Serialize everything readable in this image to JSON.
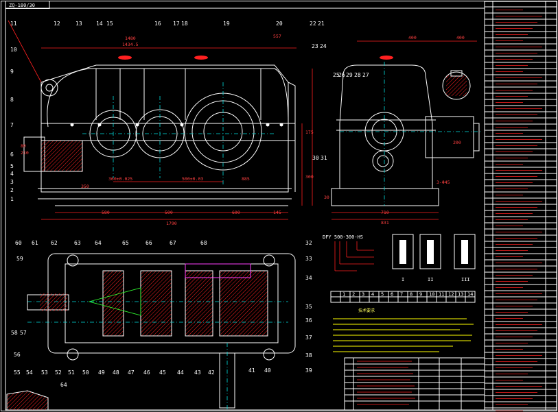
{
  "drawing_no": "ZQ-180/30",
  "model_code": "DFY 500-300-HS",
  "callouts_front": [
    "11",
    "12",
    "13",
    "14",
    "15",
    "16",
    "17",
    "18",
    "19",
    "20",
    "22",
    "21",
    "23",
    "24",
    "10",
    "9",
    "8",
    "7",
    "6",
    "5",
    "4",
    "3",
    "2",
    "1",
    "30",
    "31"
  ],
  "callouts_side": [
    "25",
    "26",
    "29",
    "28",
    "27"
  ],
  "callouts_plan": [
    "60",
    "61",
    "62",
    "63",
    "64",
    "65",
    "66",
    "67",
    "68",
    "32",
    "33",
    "34",
    "35",
    "36",
    "37",
    "38",
    "39",
    "40",
    "41",
    "42",
    "43",
    "44",
    "45",
    "46",
    "47",
    "48",
    "49",
    "50",
    "51",
    "52",
    "53",
    "54",
    "55",
    "56",
    "58",
    "57",
    "59",
    "64"
  ],
  "dims_front": [
    "1480",
    "1434.5",
    "557",
    "580",
    "500",
    "360±0.025",
    "500±0.03",
    "885",
    "350",
    "600",
    "145",
    "1790",
    "175",
    "300",
    "80",
    "210"
  ],
  "dims_side": [
    "400",
    "400",
    "710",
    "831",
    "30",
    "200",
    "3-Φ45"
  ],
  "mount_labels": [
    "I",
    "II",
    "III"
  ],
  "notes_title": "技术要求",
  "table_header": [
    "1",
    "2",
    "3",
    "4",
    "5",
    "6",
    "7",
    "8",
    "9",
    "10",
    "11",
    "12",
    "13",
    "14"
  ],
  "colors": {
    "bg": "#000000",
    "line": "#ffffff",
    "dim": "#ff2020",
    "center": "#00e0e0",
    "note": "#ffff00",
    "gear": "#ff40ff"
  }
}
